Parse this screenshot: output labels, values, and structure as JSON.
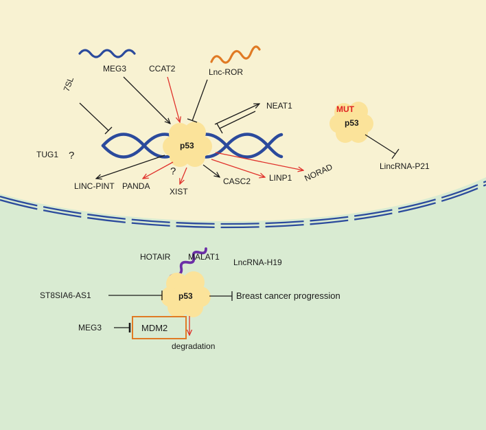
{
  "colors": {
    "nucleus_bg": "#f8f2d2",
    "cytoplasm_bg": "#d9ebd2",
    "membrane": "#2b4a9c",
    "dna": "#2b4a9c",
    "protein": "#fbe39a",
    "activation_arrow": "#e0302a",
    "inhibition_line": "#1a1a1a",
    "lnc_ror_rna": "#e07a24",
    "meg3_rna": "#2b4a9c",
    "h19_rna": "#6b2fa6",
    "mut_text": "#e02020",
    "mdm2_box": "#e07a24"
  },
  "nucleus": {
    "rna_labels": {
      "meg3": "MEG3",
      "ccat2": "CCAT2",
      "lnc_ror": "Lnc-ROR",
      "sl7": "7SL",
      "neat1": "NEAT1",
      "tug1": "TUG1",
      "unknown_mark": "?",
      "linc_pint": "LINC-PINT",
      "panda": "PANDA",
      "xist": "XIST",
      "xist_mark": "?",
      "casc2": "CASC2",
      "linp1": "LINP1",
      "norad": "NORAD"
    },
    "p53_label": "p53",
    "mutant": {
      "mut_label": "MUT",
      "p53_label": "p53",
      "target": "LincRNA-P21"
    }
  },
  "cytoplasm": {
    "hotair": "HOTAIR",
    "malat1": "MALAT1",
    "lncrna_h19": "LncRNA-H19",
    "st8sia6": "ST8SIA6-AS1",
    "p53_label": "p53",
    "breast_cancer": "Breast cancer progression",
    "meg3": "MEG3",
    "mdm2": "MDM2",
    "degradation": "degradation"
  }
}
